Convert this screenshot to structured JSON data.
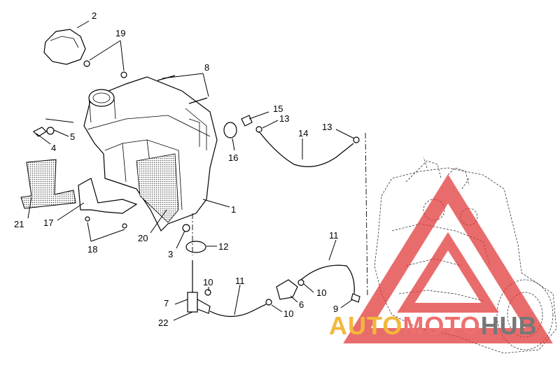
{
  "diagram": {
    "callouts": [
      "1",
      "2",
      "3",
      "4",
      "5",
      "6",
      "7",
      "8",
      "9",
      "10",
      "10",
      "10",
      "11",
      "11",
      "12",
      "13",
      "13",
      "14",
      "15",
      "16",
      "17",
      "18",
      "19",
      "20",
      "21",
      "22"
    ],
    "logo": {
      "text_a": "AUTO",
      "text_b": "MOTO",
      "text_c": "HUB",
      "color_a": "#f3b73a",
      "color_b": "#ef6f6f",
      "color_c": "#777777"
    },
    "accent": "#e23b3b"
  }
}
